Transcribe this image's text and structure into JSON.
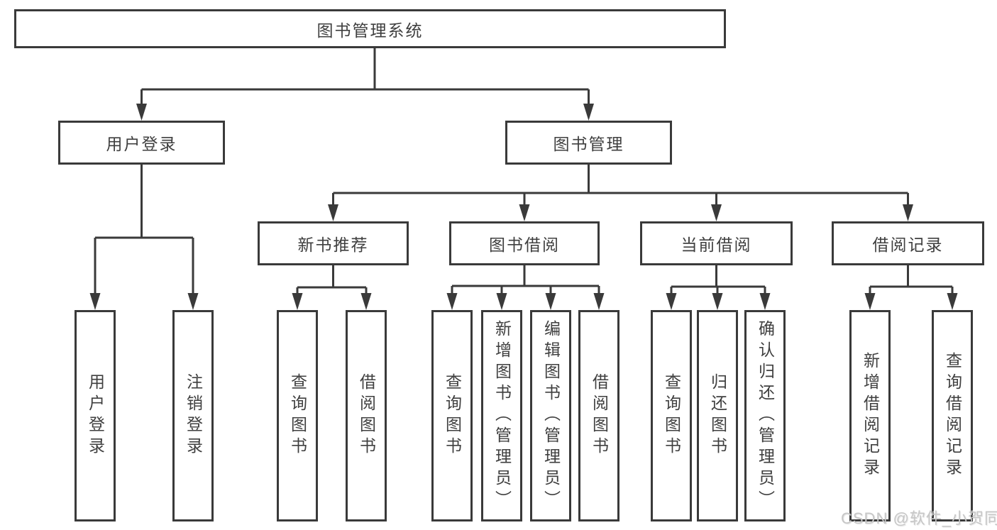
{
  "title": {
    "label": "图书管理系统"
  },
  "branches": {
    "user_login": {
      "label": "用户登录",
      "children": [
        {
          "label": "用户登录"
        },
        {
          "label": "注销登录"
        }
      ]
    },
    "book_mgmt": {
      "label": "图书管理",
      "children": [
        {
          "label": "新书推荐",
          "children": [
            {
              "label": "查询图书"
            },
            {
              "label": "借阅图书"
            }
          ]
        },
        {
          "label": "图书借阅",
          "children": [
            {
              "label": "查询图书"
            },
            {
              "label": "新增图书（管理员）"
            },
            {
              "label": "编辑图书（管理员）"
            },
            {
              "label": "借阅图书"
            }
          ]
        },
        {
          "label": "当前借阅",
          "children": [
            {
              "label": "查询图书"
            },
            {
              "label": "归还图书"
            },
            {
              "label": "确认归还（管理员）"
            }
          ]
        },
        {
          "label": "借阅记录",
          "children": [
            {
              "label": "新增借阅记录"
            },
            {
              "label": "查询借阅记录"
            }
          ]
        }
      ]
    }
  },
  "watermark": {
    "text": "CSDN @软件_小贺同学"
  },
  "colors": {
    "line": "#3a3a3a",
    "box_border": "#3a3a3a",
    "text": "#3f3f3f",
    "watermark": "#c7c7c7",
    "background": "#ffffff"
  }
}
